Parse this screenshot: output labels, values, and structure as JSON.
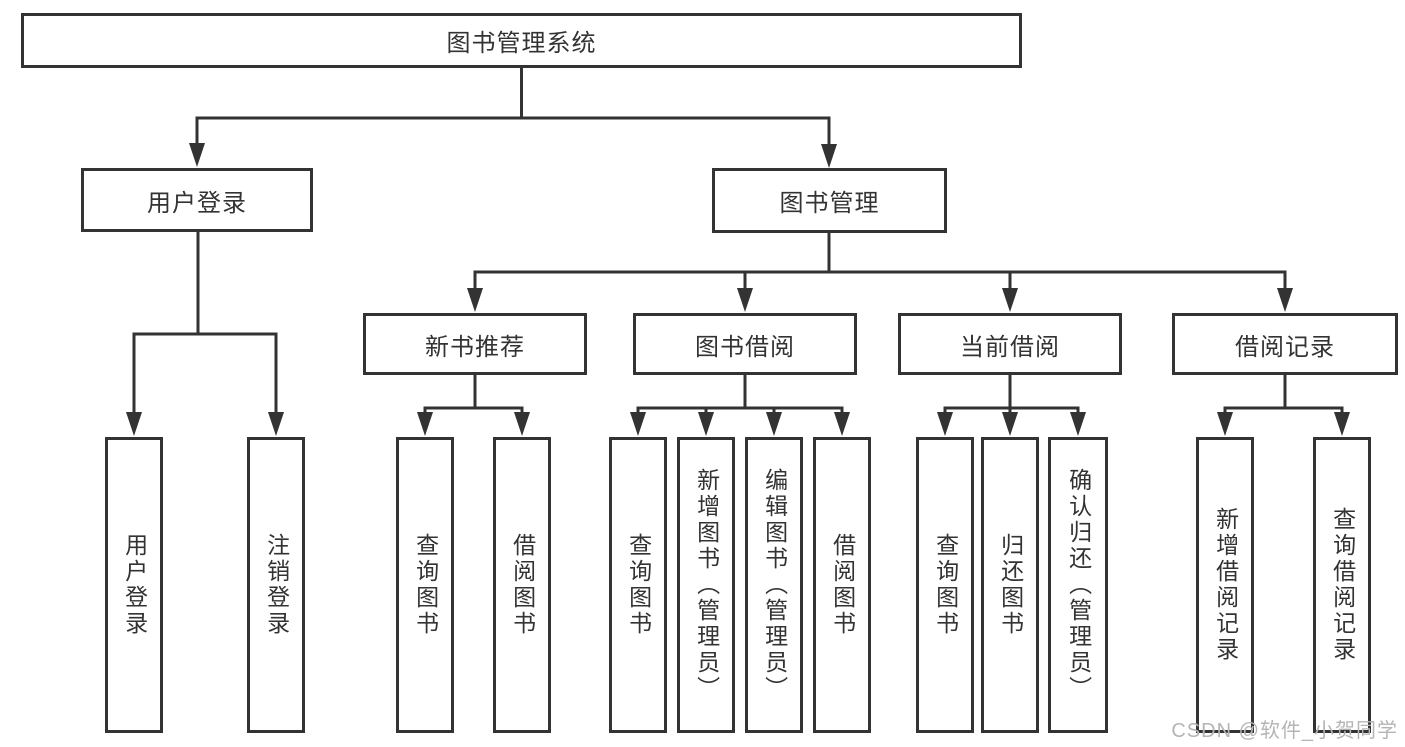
{
  "tree": {
    "root": {
      "label": "图书管理系统"
    },
    "level2": [
      {
        "label": "用户登录"
      },
      {
        "label": "图书管理"
      }
    ],
    "level3": [
      {
        "label": "新书推荐",
        "parent": "图书管理"
      },
      {
        "label": "图书借阅",
        "parent": "图书管理"
      },
      {
        "label": "当前借阅",
        "parent": "图书管理"
      },
      {
        "label": "借阅记录",
        "parent": "图书管理"
      }
    ],
    "leaves": [
      {
        "label": "用户登录",
        "parent": "用户登录"
      },
      {
        "label": "注销登录",
        "parent": "用户登录"
      },
      {
        "label": "查询图书",
        "parent": "新书推荐"
      },
      {
        "label": "借阅图书",
        "parent": "新书推荐"
      },
      {
        "label": "查询图书",
        "parent": "图书借阅"
      },
      {
        "label": "新增图书（管理员）",
        "parent": "图书借阅"
      },
      {
        "label": "编辑图书（管理员）",
        "parent": "图书借阅"
      },
      {
        "label": "借阅图书",
        "parent": "图书借阅"
      },
      {
        "label": "查询图书",
        "parent": "当前借阅"
      },
      {
        "label": "归还图书",
        "parent": "当前借阅"
      },
      {
        "label": "确认归还（管理员）",
        "parent": "当前借阅"
      },
      {
        "label": "新增借阅记录",
        "parent": "借阅记录"
      },
      {
        "label": "查询借阅记录",
        "parent": "借阅记录"
      }
    ]
  },
  "watermark": {
    "text": "CSDN @软件_小贺同学"
  },
  "colors": {
    "line": "#333333",
    "text": "#333333",
    "box_fill": "#ffffff",
    "background": "#ffffff",
    "watermark": "#b5b5b5"
  }
}
